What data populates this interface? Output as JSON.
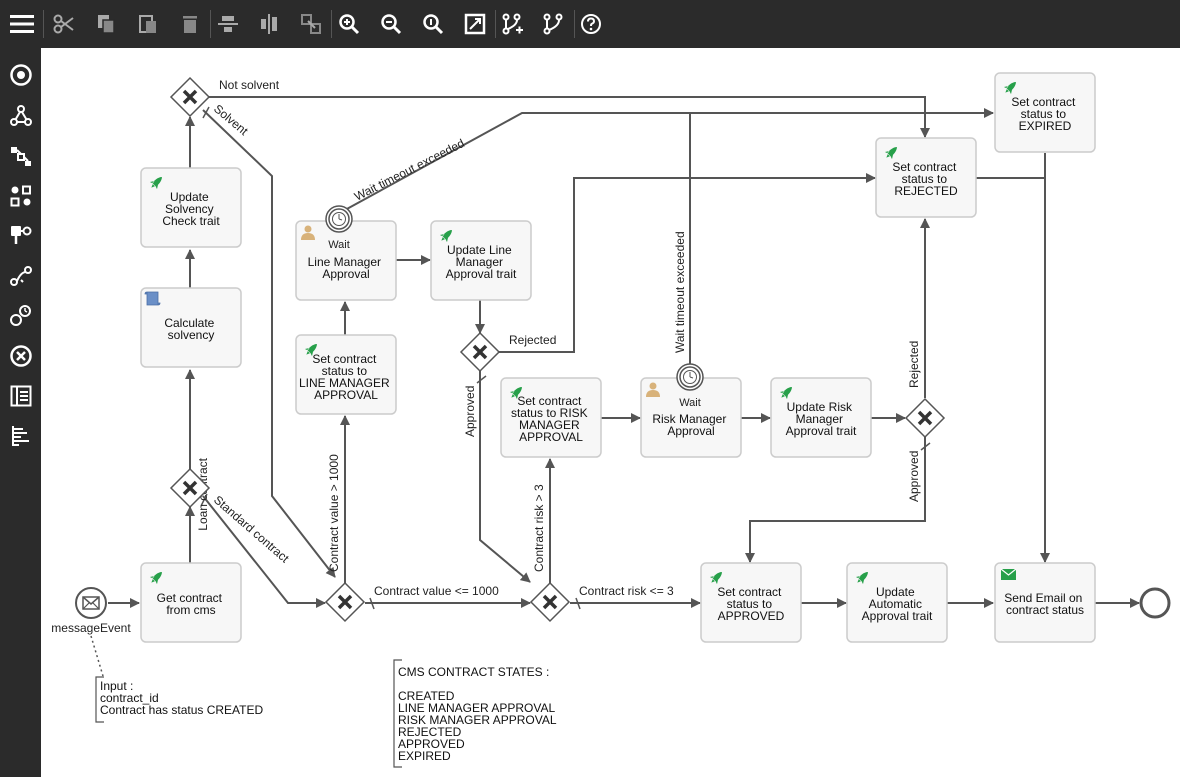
{
  "toolbar": {
    "items": [
      "menu-icon",
      "cut-icon",
      "copy-icon",
      "paste-icon",
      "delete-icon",
      "align-horizontal-icon",
      "align-vertical-icon",
      "resize-icon",
      "zoom-in-icon",
      "zoom-out-icon",
      "zoom-reset-icon",
      "fit-screen-icon",
      "add-branch-icon",
      "edit-branch-icon",
      "help-icon"
    ]
  },
  "sidebar": {
    "items": [
      "start-event-icon",
      "gateway-palette-icon",
      "subprocess-palette-icon",
      "tasks-palette-icon",
      "connector-palette-icon",
      "boundary-event-icon",
      "timer-event-icon",
      "end-event-icon",
      "data-palette-icon",
      "artifacts-palette-icon"
    ]
  },
  "diagram": {
    "tasks": {
      "get_contract": [
        "Get contract",
        "from cms"
      ],
      "calc_solvency": [
        "Calculate",
        "solvency"
      ],
      "update_solvency": [
        "Update",
        "Solvency",
        "Check trait"
      ],
      "set_lm": [
        "Set contract",
        "status to",
        "LINE MANAGER",
        "APPROVAL"
      ],
      "lm_approval": [
        "Line Manager",
        "Approval"
      ],
      "update_lm": [
        "Update Line",
        "Manager",
        "Approval trait"
      ],
      "set_rm": [
        "Set contract",
        "status to RISK",
        "MANAGER",
        "APPROVAL"
      ],
      "rm_approval": [
        "Risk Manager",
        "Approval"
      ],
      "update_rm": [
        "Update Risk",
        "Manager",
        "Approval trait"
      ],
      "set_expired": [
        "Set contract",
        "status to",
        "EXPIRED"
      ],
      "set_rejected": [
        "Set contract",
        "status to",
        "REJECTED"
      ],
      "set_approved": [
        "Set contract",
        "status to",
        "APPROVED"
      ],
      "update_auto": [
        "Update",
        "Automatic",
        "Approval trait"
      ],
      "send_email": [
        "Send Email on",
        "contract status"
      ]
    },
    "wait_label": "Wait",
    "start_label": "messageEvent",
    "flows": {
      "not_solvent": "Not solvent",
      "solvent": "Solvent",
      "loan_contract": "Loan contract",
      "standard_contract": "Standard contract",
      "wait_timeout_lm": "Wait timeout exceeded",
      "wait_timeout_rm": "Wait timeout exceeded",
      "rejected_lm": "Rejected",
      "approved_lm": "Approved",
      "rejected_rm": "Rejected",
      "approved_rm": "Approved",
      "value_gt": "Contract value > 1000",
      "value_le": "Contract value <= 1000",
      "risk_gt": "Contract risk > 3",
      "risk_le": "Contract risk <= 3"
    },
    "annotations": {
      "input": [
        "Input :",
        "contract_id",
        "Contract has status CREATED"
      ],
      "states": [
        "CMS CONTRACT STATES :",
        "",
        "CREATED",
        "LINE MANAGER APPROVAL",
        "RISK MANAGER APPROVAL",
        "REJECTED",
        "APPROVED",
        "EXPIRED"
      ]
    }
  }
}
